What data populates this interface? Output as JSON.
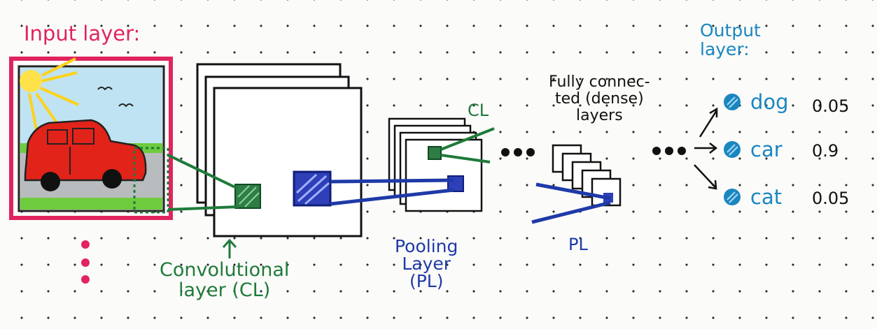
{
  "labels": {
    "input_layer": "Input layer:",
    "convolutional_layer": "Convolutional\nlayer (CL)",
    "pooling_layer": "Pooling\nLayer\n(PL)",
    "cl_short": "CL",
    "pl_short": "PL",
    "fully_connected": "Fully connec-\nted (dense)\nlayers",
    "output_layer": "Output\nlayer:"
  },
  "outputs": [
    {
      "label": "dog",
      "probability": "0.05"
    },
    {
      "label": "car",
      "probability": "0.9"
    },
    {
      "label": "cat",
      "probability": "0.05"
    }
  ],
  "colors": {
    "input": "#e0245e",
    "convolution": "#1f7a3a",
    "pooling": "#1e3aa8",
    "output": "#1a86c0",
    "ink": "#111111"
  }
}
